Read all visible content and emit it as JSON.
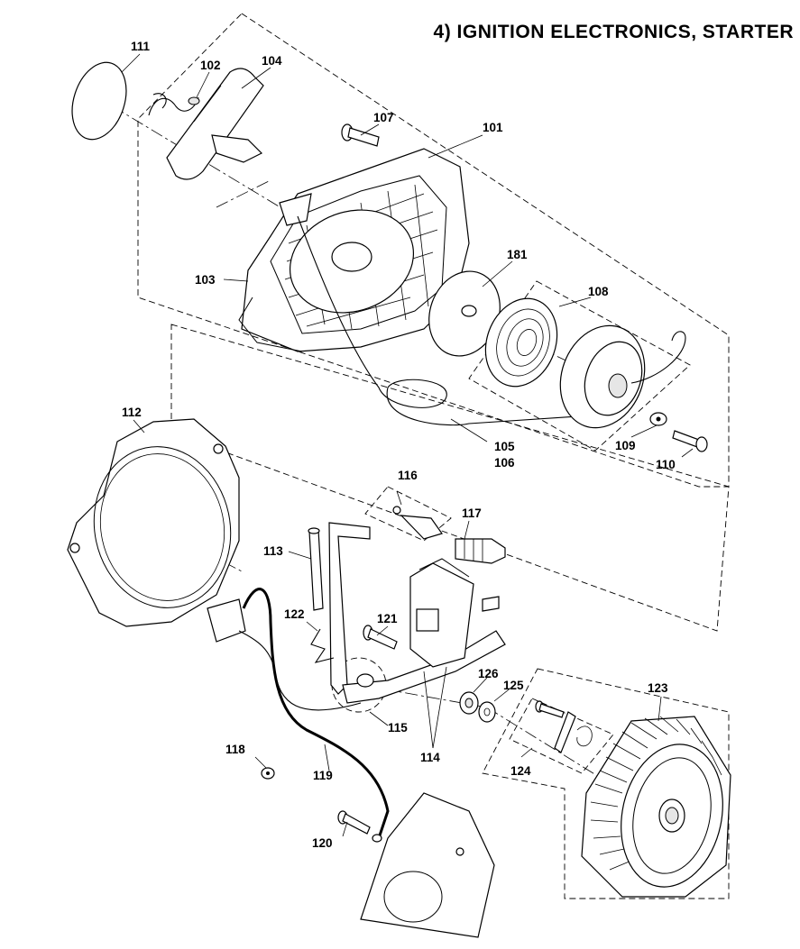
{
  "title": "4)  IGNITION ELECTRONICS, STARTER",
  "parts": {
    "p101": "101",
    "p102": "102",
    "p103": "103",
    "p104": "104",
    "p105": "105",
    "p106": "106",
    "p107": "107",
    "p108": "108",
    "p109": "109",
    "p110": "110",
    "p111": "111",
    "p112": "112",
    "p113": "113",
    "p114": "114",
    "p115": "115",
    "p116": "116",
    "p117": "117",
    "p118": "118",
    "p119": "119",
    "p120": "120",
    "p121": "121",
    "p122": "122",
    "p123": "123",
    "p124": "124",
    "p125": "125",
    "p126": "126",
    "p181": "181"
  }
}
